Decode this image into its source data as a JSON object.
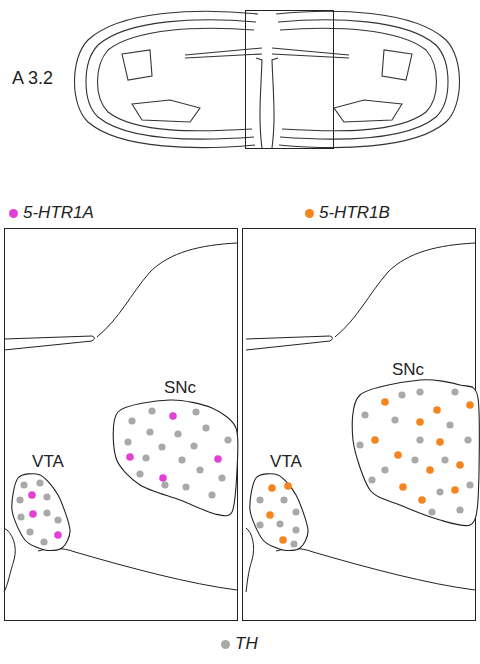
{
  "diagram": {
    "nodes": [
      {
        "text": [
          "SNc"
        ]
      },
      {
        "text": [
          "VTA"
        ]
      },
      {
        "text": [
          "SNc"
        ]
      },
      {
        "text": [
          "VTA"
        ]
      }
    ],
    "labels": [
      "A 3.2"
    ],
    "legend": [
      {
        "text": "5-HTR1A",
        "color": "#e23fd6"
      },
      {
        "text": "5-HTR1B",
        "color": "#f5841f"
      },
      {
        "text": "TH",
        "color": "#a9a9a9"
      }
    ]
  }
}
